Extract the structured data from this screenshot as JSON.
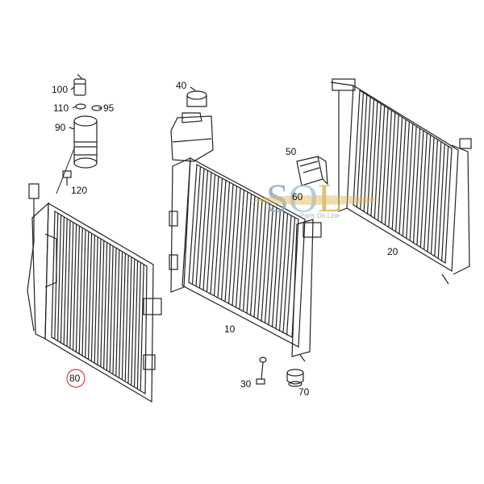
{
  "watermark": {
    "logo_text": "SOL",
    "tagline": "Parts On Line",
    "colors": {
      "s": "#8fa6c9",
      "o": "#a9c1e0",
      "l": "#d9b659"
    }
  },
  "callouts": {
    "c100": "100",
    "c110": "110",
    "c95": "95",
    "c90": "90",
    "c120": "120",
    "c40": "40",
    "c50": "50",
    "c60": "60",
    "c20": "20",
    "c10": "10",
    "c30": "30",
    "c70": "70",
    "c80": "80"
  },
  "highlight": {
    "callout": "80",
    "ring_color": "#d9403a"
  }
}
